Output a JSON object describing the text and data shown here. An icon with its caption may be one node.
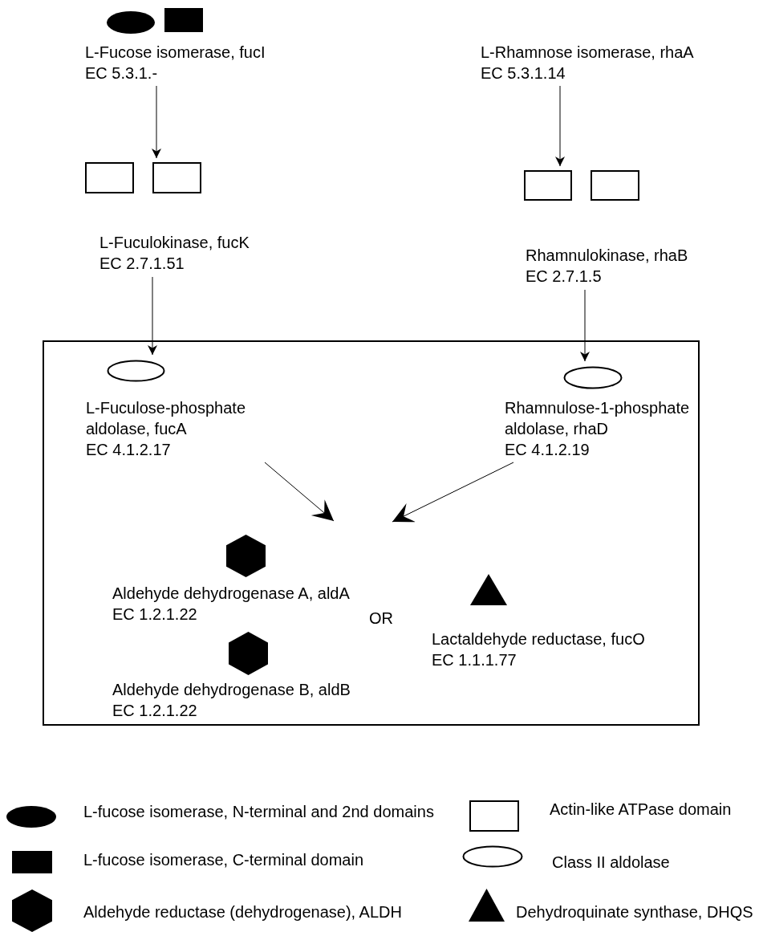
{
  "diagram": {
    "nodes": [
      {
        "text": [
          "L-Fucose isomerase, fucI",
          "EC 5.3.1.-"
        ]
      },
      {
        "text": [
          "L-Rhamnose isomerase, rhaA",
          "EC 5.3.1.14"
        ]
      },
      {
        "text": [
          "L-Fuculokinase, fucK",
          "EC 2.7.1.51"
        ]
      },
      {
        "text": [
          "Rhamnulokinase, rhaB",
          "EC 2.7.1.5"
        ]
      },
      {
        "text": [],
        "shape": "box"
      },
      {
        "text": [
          "L-Fuculose-phosphate aldolase, fucA",
          "EC 4.1.2.17"
        ],
        "in": 4
      },
      {
        "text": [
          "Rhamnulose-1-phosphate aldolase, rhaD",
          "EC 4.1.2.19"
        ],
        "in": 4
      },
      {
        "text": [
          "Aldehyde dehydrogenase A, aldA",
          "EC 1.2.1.22"
        ],
        "in": 4
      },
      {
        "text": [
          "Lactaldehyde reductase, fucO",
          "EC 1.1.1.77"
        ],
        "in": 4
      },
      {
        "text": [
          "Aldehyde dehydrogenase B, aldB",
          "EC 1.2.1.22"
        ],
        "in": 4
      }
    ],
    "edges": [
      {
        "from": 0,
        "to": 2,
        "arrow": "to"
      },
      {
        "from": 1,
        "to": 3,
        "arrow": "to"
      },
      {
        "from": 2,
        "to": 5,
        "arrow": "to"
      },
      {
        "from": 3,
        "to": 6,
        "arrow": "to"
      },
      {
        "from": 5,
        "to": null,
        "arrow": "to"
      },
      {
        "from": 6,
        "to": null,
        "arrow": "to"
      }
    ],
    "labels": [
      "OR"
    ],
    "legend": [
      {
        "text": "L-fucose isomerase, N-terminal and 2nd domains"
      },
      {
        "text": "Actin-like ATPase domain"
      },
      {
        "text": "L-fucose isomerase, C-terminal domain"
      },
      {
        "text": "Class II aldolase"
      },
      {
        "text": "Aldehyde reductase (dehydrogenase), ALDH"
      },
      {
        "text": "Dehydroquinate synthase, DHQS"
      }
    ]
  }
}
